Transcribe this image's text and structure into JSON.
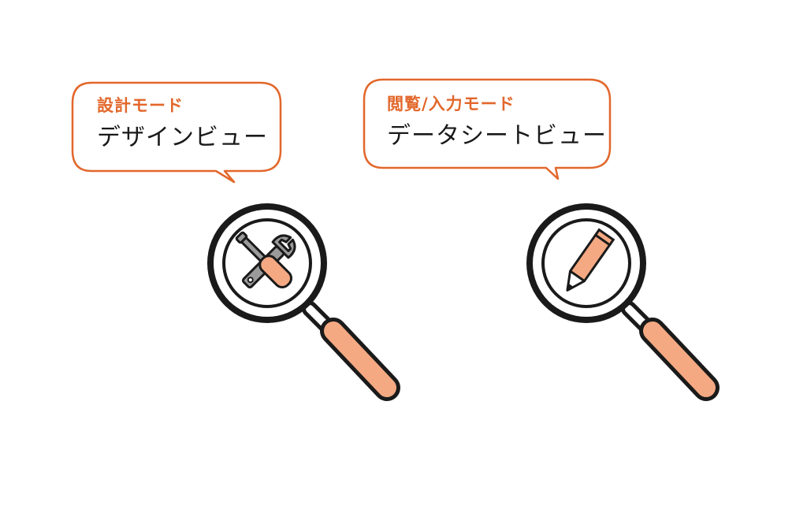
{
  "colors": {
    "accent": "#e2672b",
    "handle": "#f4a982",
    "outline": "#1a1a1a",
    "tool_gray": "#9a9a9a"
  },
  "design_view": {
    "mode_label": "設計モード",
    "view_label": "デザインビュー",
    "icon": "wrench-screwdriver-icon"
  },
  "datasheet_view": {
    "mode_label": "閲覧/入力モード",
    "view_label": "データシートビュー",
    "icon": "pencil-icon"
  }
}
